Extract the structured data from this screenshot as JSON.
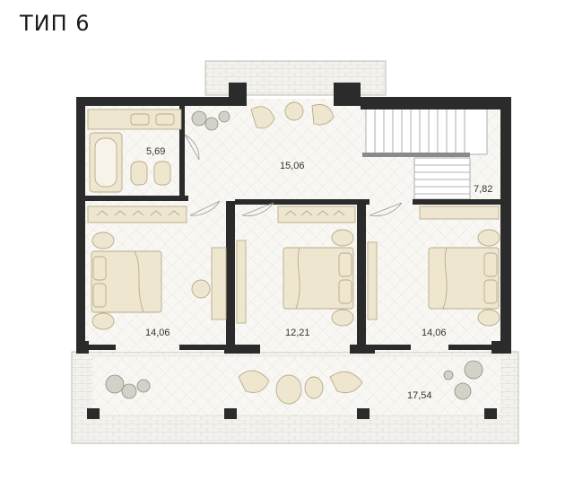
{
  "title": "ТИП 6",
  "rooms": {
    "bathroom": "5,69",
    "hall": "15,06",
    "stairs": "7,82",
    "bedroom_left": "14,06",
    "bedroom_middle": "12,21",
    "bedroom_right": "14,06",
    "terrace": "17,54"
  },
  "colors": {
    "wall": "#2b2b2b",
    "floor": "#f7f6f1",
    "furniture": "#efe6cf",
    "furniture_stroke": "#b8ab8b",
    "plant": "#8c8c84"
  }
}
